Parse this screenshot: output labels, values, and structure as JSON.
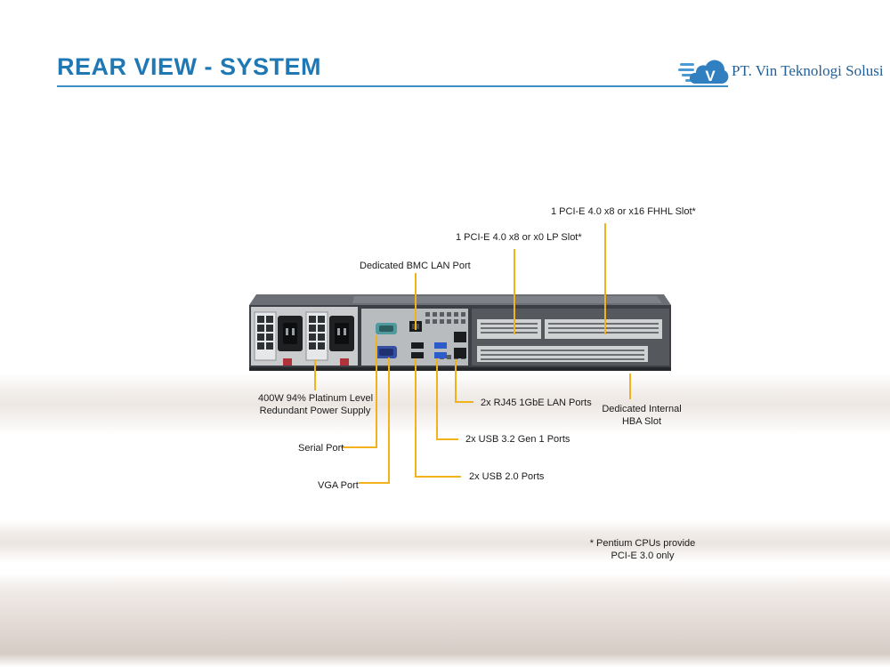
{
  "header": {
    "title": "REAR VIEW - SYSTEM",
    "brand_name": "PT. Vin Teknologi Solusi",
    "brand_logo_letter": "V"
  },
  "colors": {
    "title": "#1f78b4",
    "brand": "#245f96",
    "leader_line": "#f2b21b",
    "chassis": "#3c4046"
  },
  "callouts": [
    {
      "id": "pcie-fhhl",
      "text": "1 PCI-E 4.0 x8 or x16 FHHL Slot*"
    },
    {
      "id": "pcie-lp",
      "text": "1 PCI-E 4.0 x8 or x0 LP Slot*"
    },
    {
      "id": "bmc-lan",
      "text": "Dedicated BMC LAN Port"
    },
    {
      "id": "psu",
      "line1": "400W 94% Platinum Level",
      "line2": "Redundant  Power Supply"
    },
    {
      "id": "rj45",
      "text": "2x RJ45 1GbE LAN Ports"
    },
    {
      "id": "hba",
      "line1": "Dedicated Internal",
      "line2": "HBA Slot"
    },
    {
      "id": "usb32",
      "text": "2x USB 3.2 Gen 1 Ports"
    },
    {
      "id": "serial",
      "text": "Serial Port"
    },
    {
      "id": "usb20",
      "text": "2x USB 2.0 Ports"
    },
    {
      "id": "vga",
      "text": "VGA Port"
    }
  ],
  "footnote": {
    "line1": "* Pentium CPUs provide",
    "line2": "PCI-E 3.0 only"
  }
}
